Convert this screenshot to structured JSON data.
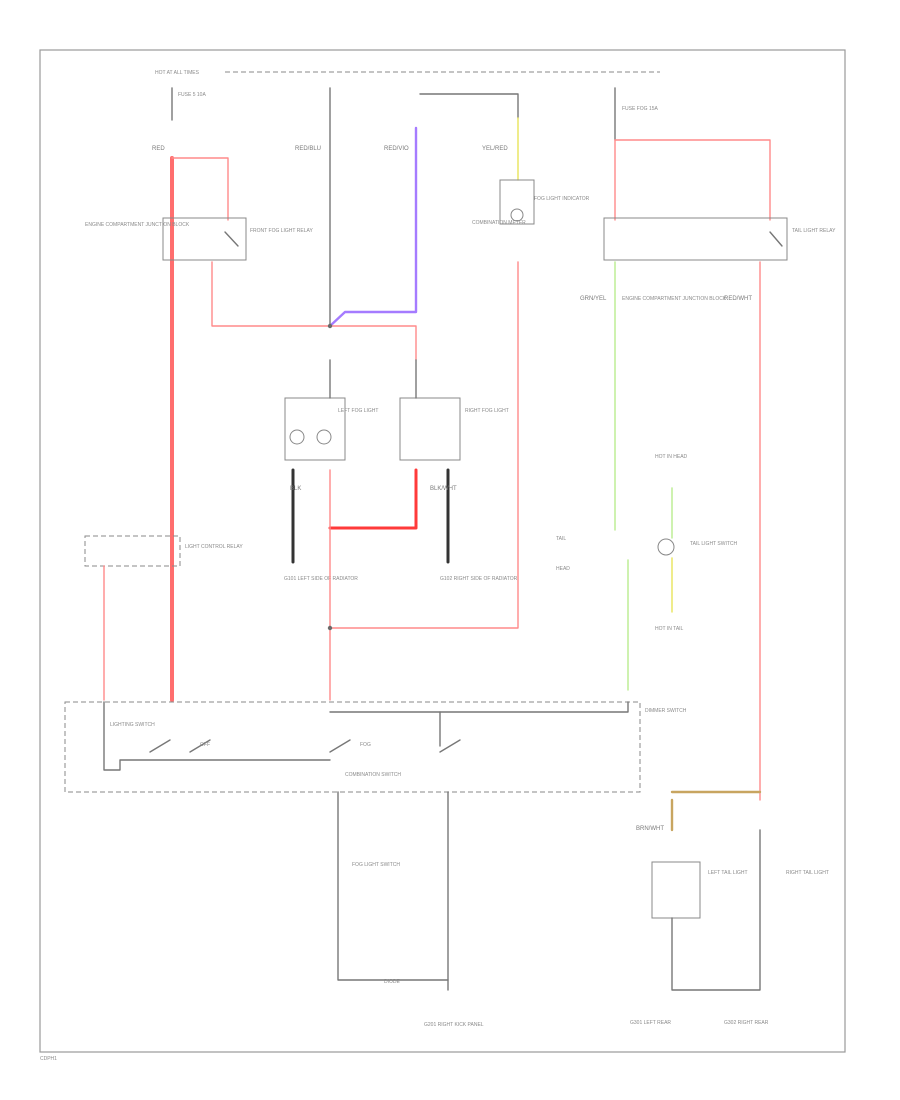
{
  "page": {
    "footer_code": "CDPH1"
  },
  "components": {
    "top_bus_label": "HOT AT ALL TIMES",
    "fuse_top_left": "FUSE 5 10A",
    "relay_left_label": "FRONT FOG LIGHT RELAY",
    "power_dist_left": "ENGINE COMPARTMENT JUNCTION BLOCK",
    "fuse_fog_label": "FUSE FOG 15A",
    "relay_right_label": "TAIL LIGHT RELAY",
    "power_dist_right": "ENGINE COMPARTMENT JUNCTION BLOCK",
    "indicator_label": "FOG LIGHT INDICATOR",
    "instrument_label": "COMBINATION METER",
    "left_fog_label": "LEFT FOG LIGHT",
    "right_fog_label": "RIGHT FOG LIGHT",
    "ground_left_fog": "G101 LEFT SIDE OF RADIATOR",
    "ground_right_fog": "G102 RIGHT SIDE OF RADIATOR",
    "connector_left_label": "LIGHT CONTROL RELAY",
    "tail_switch_label": "TAIL LIGHT SWITCH",
    "fog_switch_label": "FOG LIGHT SWITCH",
    "dimmer_label": "DIMMER SWITCH",
    "light_switch_label": "LIGHTING SWITCH",
    "combination_switch_label": "COMBINATION SWITCH",
    "diode_label": "DIODE",
    "ground_bottom": "G201 RIGHT KICK PANEL",
    "left_tail_label": "LEFT TAIL LIGHT",
    "right_tail_label": "RIGHT TAIL LIGHT",
    "ground_left_tail": "G301 LEFT REAR",
    "ground_right_tail": "G302 RIGHT REAR",
    "cond_on_label": "TAIL",
    "cond_head_label": "HEAD",
    "cond_off_label": "OFF",
    "cond_fog_label": "FOG",
    "hot_in_label": "HOT IN HEAD",
    "hot_in_label_2": "HOT IN TAIL"
  },
  "wire_codes": {
    "red": "RED",
    "red_blue": "RED/BLU",
    "red_violet": "RED/VIO",
    "yel_red": "YEL/RED",
    "grn_yel": "GRN/YEL",
    "blk": "BLK",
    "blk_wht": "BLK/WHT",
    "red_wht": "RED/WHT",
    "brn_wht": "BRN/WHT"
  }
}
